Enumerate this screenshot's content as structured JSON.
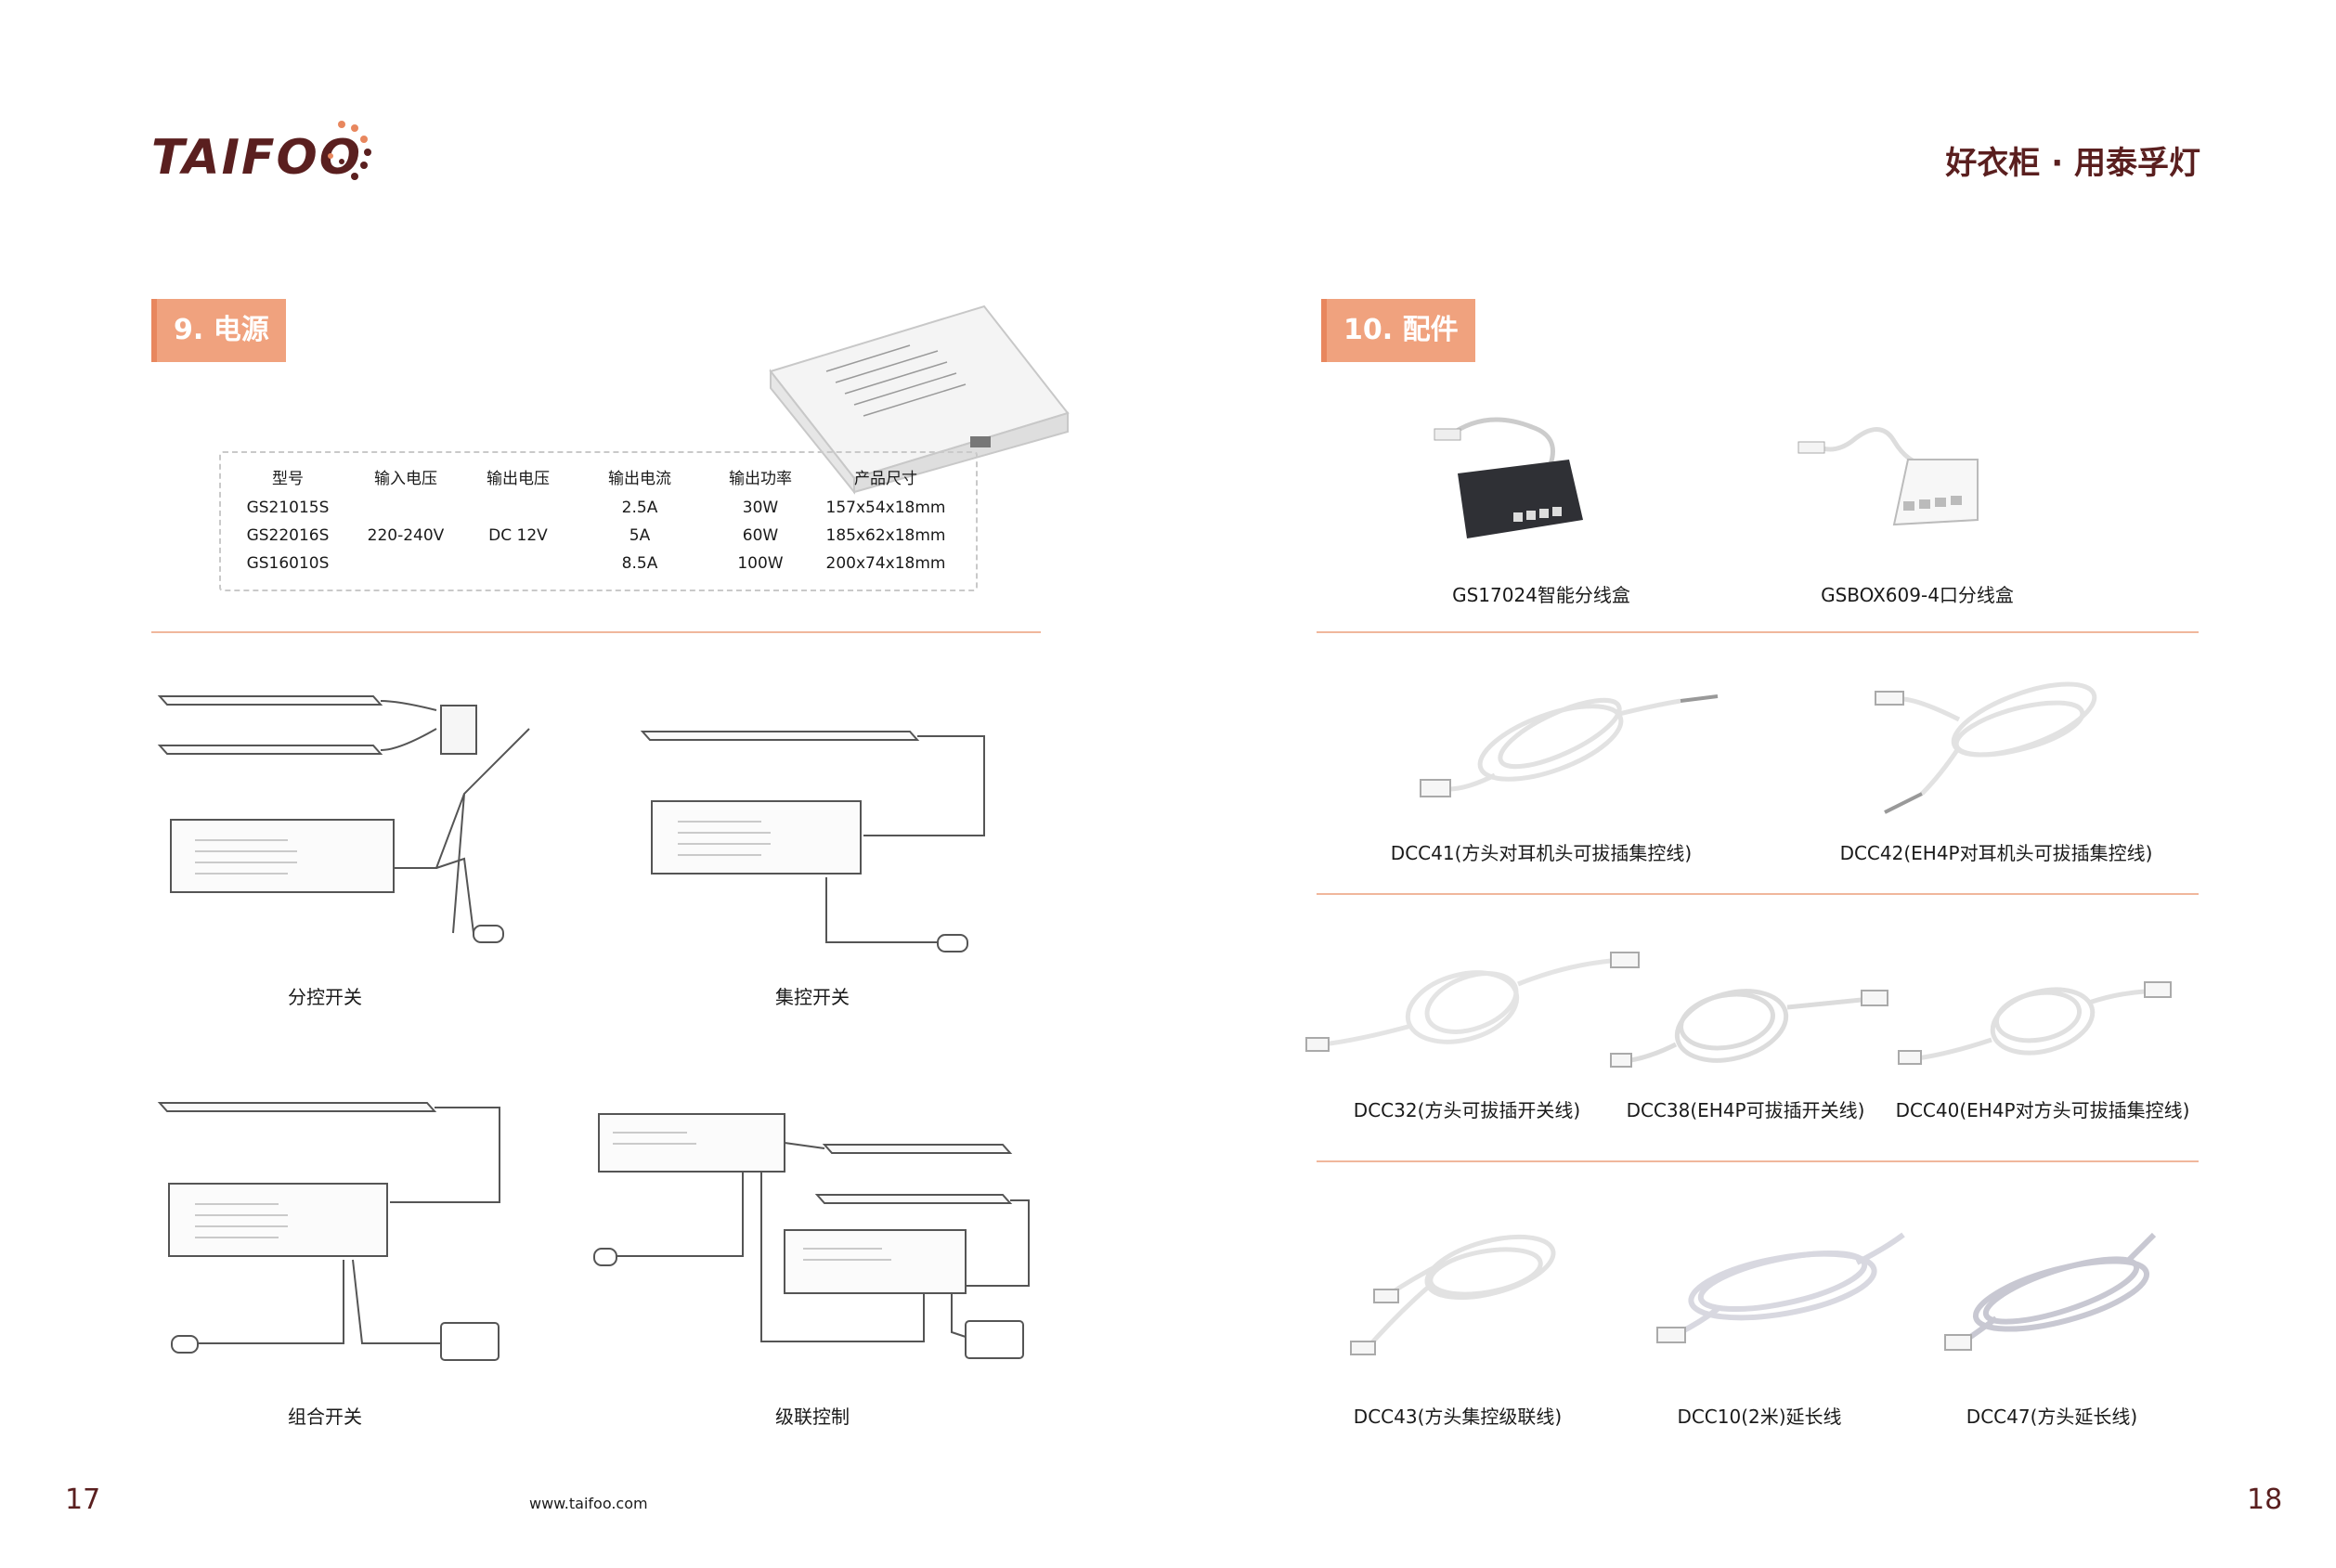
{
  "header": {
    "logo_text": "TAIFOO",
    "slogan": "好衣柜 · 用泰孚灯"
  },
  "left": {
    "section_tag": "9. 电源",
    "spec_table": {
      "headers": [
        "型号",
        "输入电压",
        "输出电压",
        "输出电流",
        "输出功率",
        "产品尺寸"
      ],
      "rows": [
        [
          "GS21015S",
          "",
          "",
          "2.5A",
          "30W",
          "157x54x18mm"
        ],
        [
          "GS22016S",
          "220-240V",
          "DC 12V",
          "5A",
          "60W",
          "185x62x18mm"
        ],
        [
          "GS16010S",
          "",
          "",
          "8.5A",
          "100W",
          "200x74x18mm"
        ]
      ]
    },
    "diagrams": [
      {
        "caption": "分控开关"
      },
      {
        "caption": "集控开关"
      },
      {
        "caption": "组合开关"
      },
      {
        "caption": "级联控制"
      }
    ],
    "page_number": "17",
    "website": "www.taifoo.com"
  },
  "right": {
    "section_tag": "10. 配件",
    "accessories": [
      {
        "caption": "GS17024智能分线盒"
      },
      {
        "caption": "GSBOX609-4口分线盒"
      },
      {
        "caption": "DCC41(方头对耳机头可拔插集控线)"
      },
      {
        "caption": "DCC42(EH4P对耳机头可拔插集控线)"
      },
      {
        "caption": "DCC32(方头可拔插开关线)"
      },
      {
        "caption": "DCC38(EH4P可拔插开关线)"
      },
      {
        "caption": "DCC40(EH4P对方头可拔插集控线)"
      },
      {
        "caption": "DCC43(方头集控级联线)"
      },
      {
        "caption": "DCC10(2米)延长线"
      },
      {
        "caption": "DCC47(方头延长线)"
      }
    ],
    "page_number": "18"
  },
  "colors": {
    "brand": "#5a1f1f",
    "accent": "#f0a27e",
    "divider": "#f0b79c"
  }
}
